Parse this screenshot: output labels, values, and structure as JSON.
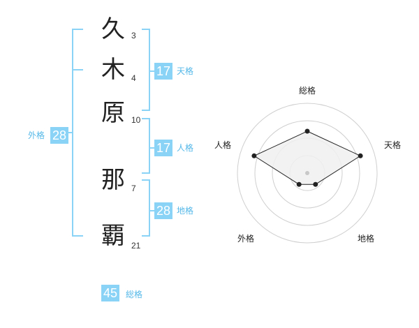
{
  "characters": [
    {
      "char": "久",
      "strokes": "3"
    },
    {
      "char": "木",
      "strokes": "4"
    },
    {
      "char": "原",
      "strokes": "10"
    },
    {
      "char": "那",
      "strokes": "7"
    },
    {
      "char": "覇",
      "strokes": "21"
    }
  ],
  "fortune": {
    "tenkaku": {
      "label": "天格",
      "value": "17"
    },
    "jinkaku": {
      "label": "人格",
      "value": "17"
    },
    "chikaku": {
      "label": "地格",
      "value": "28"
    },
    "gaikaku": {
      "label": "外格",
      "value": "28"
    },
    "soukaku": {
      "label": "総格",
      "value": "45"
    }
  },
  "chart_data": {
    "type": "radar",
    "axes": [
      "総格",
      "天格",
      "地格",
      "外格",
      "人格"
    ],
    "values": [
      3,
      4,
      1,
      1,
      4
    ],
    "rmax": 5,
    "rings": 4,
    "grid": true
  },
  "colors": {
    "bracket": "#8ad3f7",
    "box": "#8ad3f7",
    "label": "#55b8e8",
    "ring": "#cfcfcf",
    "fill": "#f0f0f0",
    "line": "#222222"
  }
}
